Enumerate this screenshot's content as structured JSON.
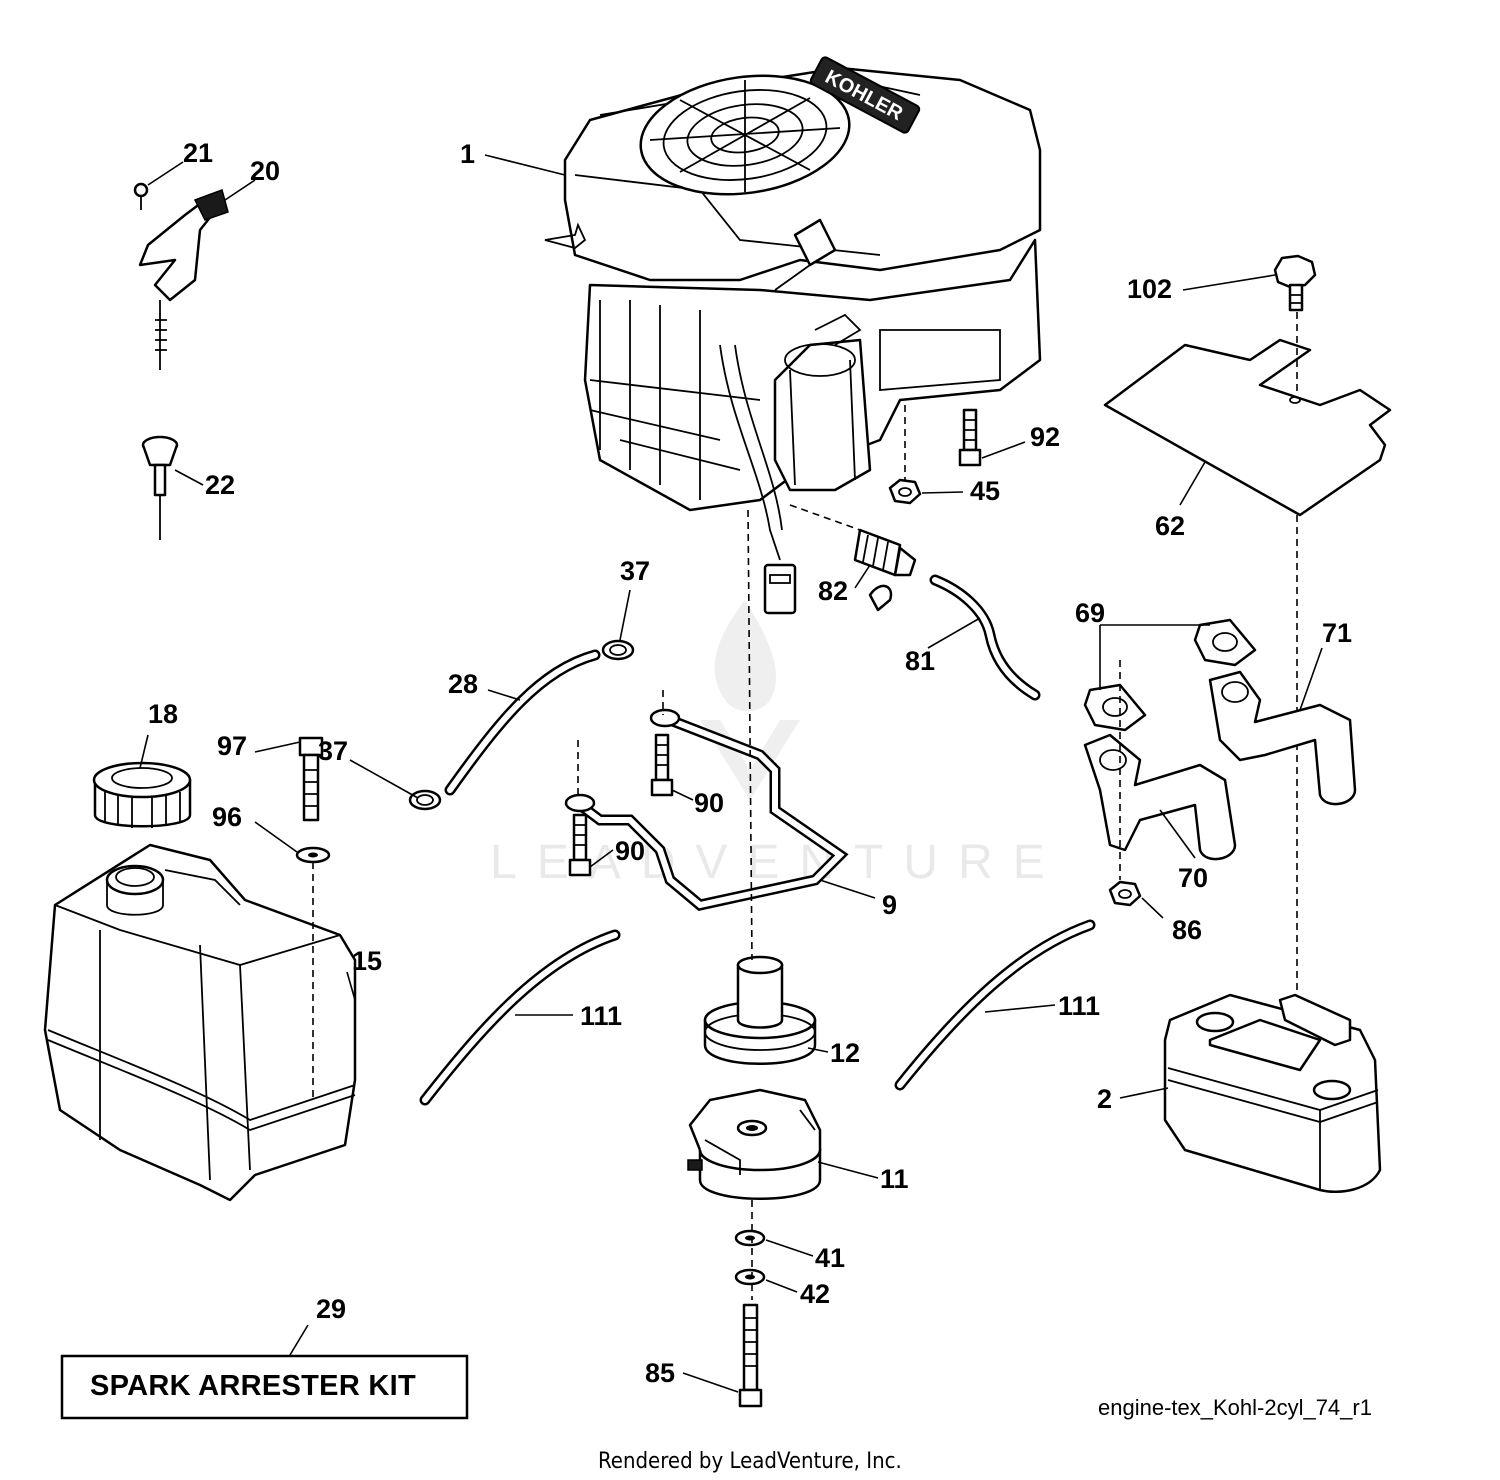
{
  "diagram": {
    "callouts": {
      "c1": "1",
      "c2": "2",
      "c9": "9",
      "c11": "11",
      "c12": "12",
      "c15": "15",
      "c18": "18",
      "c20": "20",
      "c21": "21",
      "c22": "22",
      "c28": "28",
      "c29": "29",
      "c37a": "37",
      "c37b": "37",
      "c41": "41",
      "c42": "42",
      "c45": "45",
      "c62": "62",
      "c69": "69",
      "c70": "70",
      "c71": "71",
      "c81": "81",
      "c82": "82",
      "c85": "85",
      "c86": "86",
      "c90a": "90",
      "c90b": "90",
      "c92": "92",
      "c96": "96",
      "c97": "97",
      "c102": "102",
      "c111a": "111",
      "c111b": "111"
    },
    "engine_brand": "KOHLER",
    "kit_label": "SPARK ARRESTER KIT",
    "diagram_id": "engine-tex_Kohl-2cyl_74_r1",
    "credit": "Rendered by LeadVenture, Inc.",
    "watermark": "LEADVENTURE"
  }
}
